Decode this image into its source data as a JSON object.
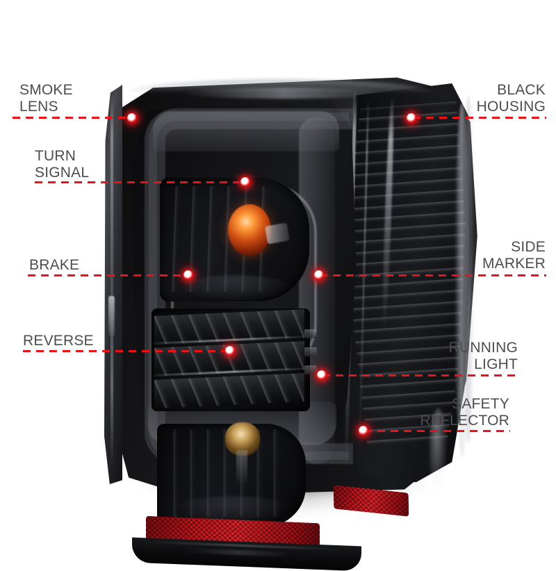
{
  "page": {
    "subject": "automotive tail light product callout diagram",
    "background_color": "#ffffff",
    "accent_color": "#e8141a",
    "label_color": "#4d4d4d"
  },
  "callouts": [
    {
      "id": "smoke-lens",
      "label": "SMOKE\nLENS",
      "side": "left"
    },
    {
      "id": "turn-signal",
      "label": "TURN\nSIGNAL",
      "side": "left"
    },
    {
      "id": "brake",
      "label": "BRAKE",
      "side": "left"
    },
    {
      "id": "reverse",
      "label": "REVERSE",
      "side": "left"
    },
    {
      "id": "black-housing",
      "label": "BLACK\nHOUSING",
      "side": "right"
    },
    {
      "id": "side-marker",
      "label": "SIDE\nMARKER",
      "side": "right"
    },
    {
      "id": "running-light",
      "label": "RUNNING\nLIGHT",
      "side": "right"
    },
    {
      "id": "safety-reflector",
      "label": "SAFETY\nREFLECTOR",
      "side": "right"
    }
  ],
  "product": {
    "name": "tail-light-assembly",
    "lens_tint": "smoke",
    "housing_color": "black"
  }
}
